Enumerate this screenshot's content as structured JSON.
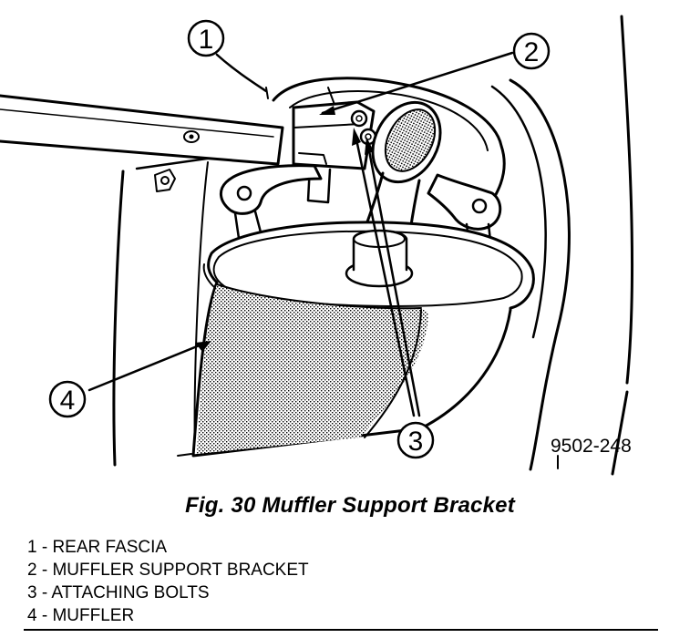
{
  "figure": {
    "caption": "Fig. 30 Muffler Support Bracket",
    "code": "9502-248",
    "callouts": [
      "1",
      "2",
      "3",
      "4"
    ],
    "legend": [
      "1 - REAR FASCIA",
      "2 - MUFFLER SUPPORT BRACKET",
      "3 - ATTACHING BOLTS",
      "4 - MUFFLER"
    ]
  }
}
